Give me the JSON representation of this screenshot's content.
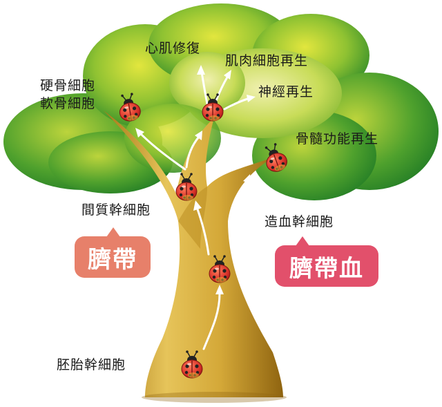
{
  "labels": {
    "cardiomyocyte": "心肌修復",
    "muscle": "肌肉細胞再生",
    "bone_line1": "硬骨細胞",
    "bone_line2": "軟骨細胞",
    "nerve": "神經再生",
    "marrow": "骨髓功能再生",
    "mesenchymal": "間質幹細胞",
    "hematopoietic": "造血幹細胞",
    "embryonic": "胚胎幹細胞"
  },
  "bubbles": {
    "umbilical_cord": "臍帶",
    "cord_blood": "臍帶血"
  },
  "colors": {
    "leaf_dark": "#2f8f2a",
    "leaf_light": "#d8e03a",
    "trunk": "#c79a2a",
    "bubble_cord": "#e7806a",
    "bubble_blood": "#e2506b",
    "ladybug": "#d8322a"
  }
}
